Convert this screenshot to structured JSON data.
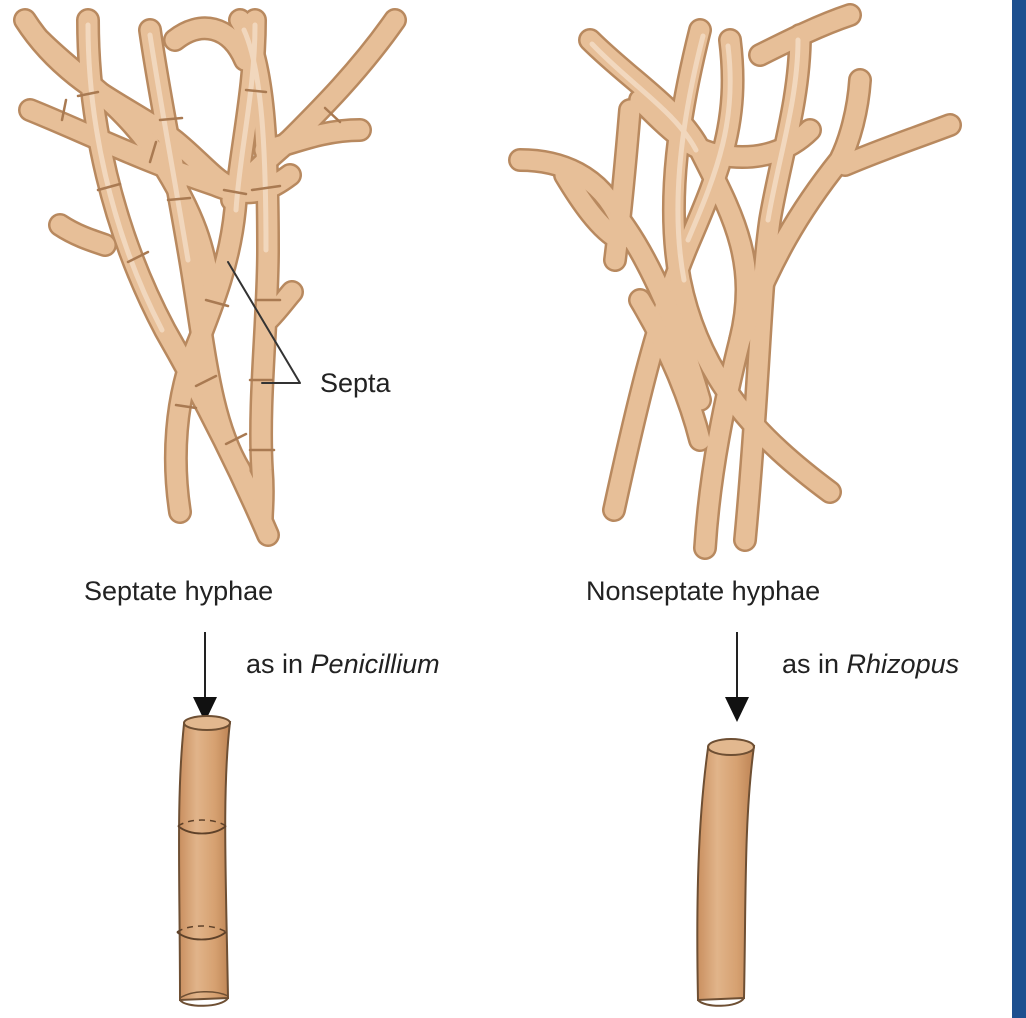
{
  "labels": {
    "septa": "Septa",
    "septate_title": "Septate hyphae",
    "nonseptate_title": "Nonseptate hyphae",
    "penicillium_prefix": "as in ",
    "penicillium_genus": "Penicillium",
    "rhizopus_prefix": "as in ",
    "rhizopus_genus": "Rhizopus"
  },
  "colors": {
    "hypha_fill": "#e7bf98",
    "hypha_outline": "#b8895f",
    "hypha_highlight": "#f3dac2",
    "cylinder_fill": "#d9a676",
    "side_bar": "#1d4f8f"
  }
}
